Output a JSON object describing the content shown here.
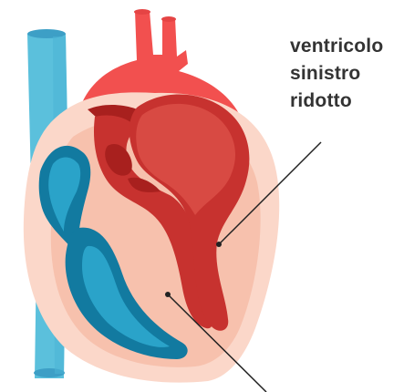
{
  "annotation": {
    "lines": [
      "ventricolo",
      "sinistro",
      "ridotto"
    ]
  },
  "colors": {
    "vena_cava": "#5bc0dc",
    "vena_cava_shade": "#3d9fc6",
    "aorta": "#f2504f",
    "aorta_top": "#e54444",
    "heart_outer": "#fbd7c9",
    "heart_inner": "#f7c1ad",
    "right_chamber_dark": "#127aa0",
    "right_chamber_light": "#2aa3c9",
    "left_chamber_dark": "#a8201e",
    "left_chamber": "#c7322f",
    "left_chamber_light": "#d84a43",
    "pointer_line": "#222222",
    "label_text": "#333333"
  },
  "icons": [
    "heart-illustration"
  ]
}
